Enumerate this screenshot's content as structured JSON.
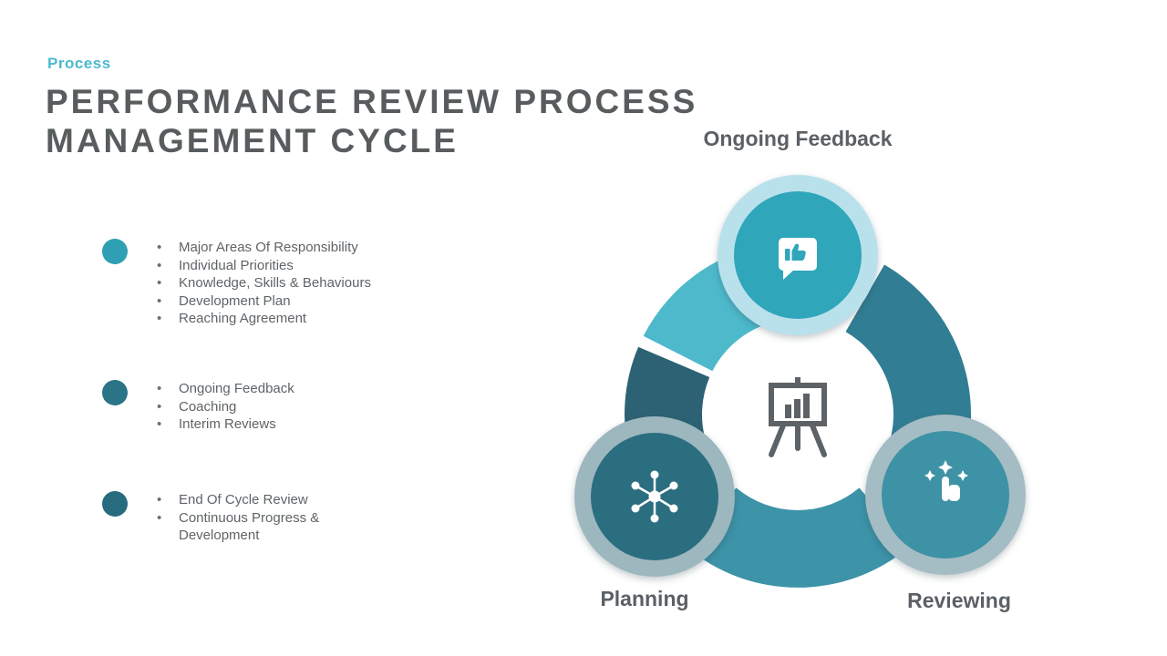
{
  "slide": {
    "eyebrow": "Process",
    "title_line1": "PERFORMANCE REVIEW PROCESS",
    "title_line2": "MANAGEMENT CYCLE",
    "accent_color": "#4bb9ce",
    "title_color": "#595c5e",
    "body_text_color": "#5f6468",
    "label_color": "#5b6065"
  },
  "legend": {
    "groups": [
      {
        "bullet_color": "#2f9fb4",
        "items": [
          "Major Areas Of Responsibility",
          "Individual Priorities",
          "Knowledge, Skills & Behaviours",
          "Development Plan",
          "Reaching Agreement"
        ]
      },
      {
        "bullet_color": "#2a7487",
        "items": [
          "Ongoing Feedback",
          "Coaching",
          "Interim Reviews"
        ]
      },
      {
        "bullet_color": "#266b7e",
        "items": [
          "End Of Cycle Review",
          "Continuous Progress & Development"
        ]
      }
    ]
  },
  "diagram": {
    "center_icon": "presentation-chart-icon",
    "center_icon_color": "#5d6266",
    "arcs": {
      "top_left": "#4db9cb",
      "left_dark": "#2d6274",
      "right": "#317e94",
      "bottom": "#3d93a8"
    },
    "nodes": [
      {
        "label": "Ongoing Feedback",
        "icon": "thumbs-up-icon",
        "ring_color": "#b9e1ec",
        "fill_color": "#2fa6ba"
      },
      {
        "label": "Planning",
        "icon": "network-icon",
        "ring_color": "#9db7bf",
        "fill_color": "#2a6e80"
      },
      {
        "label": "Reviewing",
        "icon": "tap-stars-icon",
        "ring_color": "#a4bcc3",
        "fill_color": "#3d92a5"
      }
    ]
  }
}
